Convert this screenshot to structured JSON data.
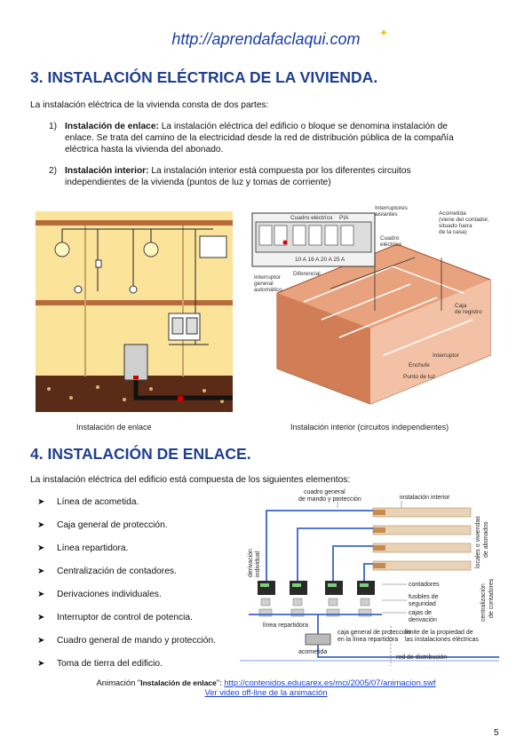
{
  "header": {
    "url": "http://aprendafaclaqui.com"
  },
  "section3": {
    "title": "3. INSTALACIÓN ELÉCTRICA DE LA VIVIENDA.",
    "intro": "La instalación eléctrica de la vivienda consta de dos partes:",
    "item1": {
      "num": "1)",
      "bold": "Instalación de enlace:",
      "line1": "La instalación eléctrica del edificio o bloque se denomina instalación de",
      "line2": "enlace. Se trata del camino de la electricidad desde la red de distribución pública de la compañía",
      "line3": "eléctrica hasta la vivienda del abonado."
    },
    "item2": {
      "num": "2)",
      "bold": "Instalación interior:",
      "line1": "La instalación interior está compuesta por los diferentes circuitos",
      "line2": "independientes de la vivienda (puntos de luz y tomas de corriente)"
    },
    "caption_left": "Instalación de enlace",
    "caption_right": "Instalación interior (circuitos independientes)",
    "house_labels": {
      "cuadro": "Cuadro eléctrico",
      "pia": "PIA",
      "interruptores": "Interruptores",
      "aislantes": "aislantes",
      "acometida1": "Acometida",
      "acometida2": "(viene del contador,",
      "acometida3": "situado fuera",
      "acometida4": "de la casa)",
      "cuadro_elec1": "Cuadro",
      "cuadro_elec2": "eléctrico",
      "igab1": "Interruptor",
      "igab2": "general",
      "igab3": "automático",
      "diferencial": "Diferencial",
      "caja1": "Caja",
      "caja2": "de registro",
      "interruptor": "Interruptor",
      "enchufe": "Enchufe",
      "punto_luz": "Punto de luz",
      "amps": "10 A 16 A 20 A 25 A"
    }
  },
  "section4": {
    "title": "4. INSTALACIÓN DE ENLACE.",
    "intro": "La instalación eléctrica del edificio está compuesta de los siguientes elementos:",
    "bullets": [
      "Línea de acometida.",
      "Caja general de protección.",
      "Línea repartidora.",
      "Centralización de contadores.",
      "Derivaciones individuales.",
      "Interruptor de control de potencia.",
      "Cuadro general de mando y protección.",
      "Toma de tierra del edificio."
    ],
    "diagram_labels": {
      "cgmp1": "cuadro general",
      "cgmp2": "de mando y protección",
      "inst_interior": "instalación interior",
      "locales1": "locales o viviendas",
      "locales2": "de abonados",
      "deriv1": "derivación",
      "deriv2": "individual",
      "contadores": "contadores",
      "fusibles1": "fusibles de",
      "fusibles2": "seguridad",
      "cajas1": "cajas de",
      "cajas2": "derivación",
      "central1": "centralización",
      "central2": "de contadores",
      "linea_rep": "línea repartidora",
      "cgp1": "caja general de protección",
      "cgp2": "en la línea repartidora",
      "limite1": "límite de la propiedad de",
      "limite2": "las instalaciones eléctricas",
      "acometida": "acometida",
      "red": "red de distribución"
    },
    "anim_prefix": "Animación \"",
    "anim_bold": "Instalación de enlace",
    "anim_mid": "\": ",
    "anim_link": "http://contenidos.educarex.es/mci/2005/07/animacion.swf",
    "video_link": "Ver video off-line de la animación"
  },
  "page_number": "5"
}
